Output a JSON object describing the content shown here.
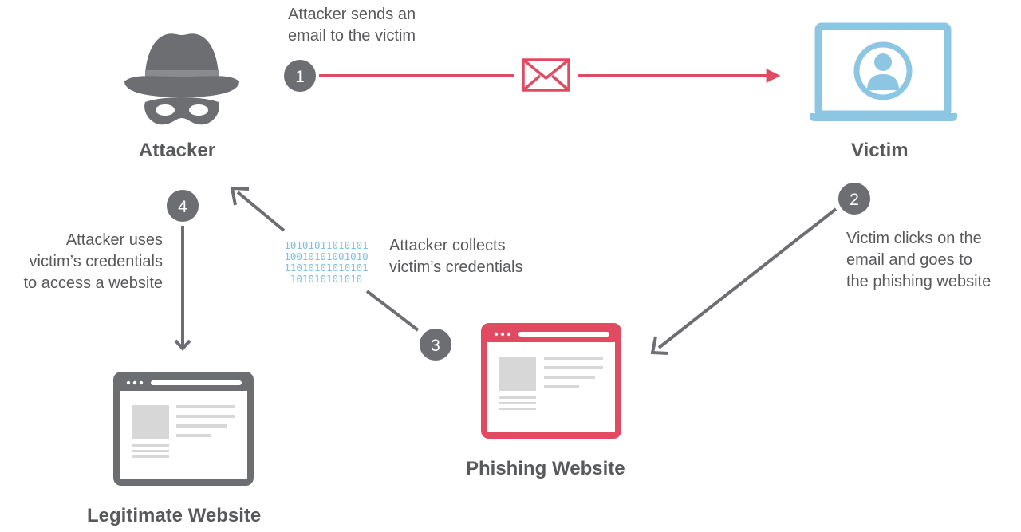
{
  "colors": {
    "gray": "#6d6e71",
    "text": "#58595b",
    "red": "#e04b62",
    "blue": "#8cc6e3",
    "light_gray": "#d7d7d7",
    "binary": "#7ec0e0"
  },
  "icons": {
    "attacker": "hat-and-mask-icon",
    "victim": "laptop-user-icon",
    "email": "envelope-icon",
    "phishing_site": "browser-window-icon",
    "legit_site": "browser-window-icon"
  },
  "nodes": {
    "attacker": "Attacker",
    "victim": "Victim",
    "phishing": "Phishing Website",
    "legitimate": "Legitimate Website"
  },
  "steps": [
    {
      "number": "1",
      "lines": [
        "Attacker sends an",
        "email to the victim"
      ]
    },
    {
      "number": "2",
      "lines": [
        "Victim clicks on the",
        "email and goes to",
        "the phishing website"
      ]
    },
    {
      "number": "3",
      "lines": [
        "Attacker collects",
        "victim’s credentials"
      ]
    },
    {
      "number": "4",
      "lines": [
        "Attacker uses",
        "victim’s credentials",
        "to access a website"
      ]
    }
  ],
  "binary": [
    "10101011010101",
    "10010101001010",
    "11010101010101",
    "101010101010"
  ]
}
